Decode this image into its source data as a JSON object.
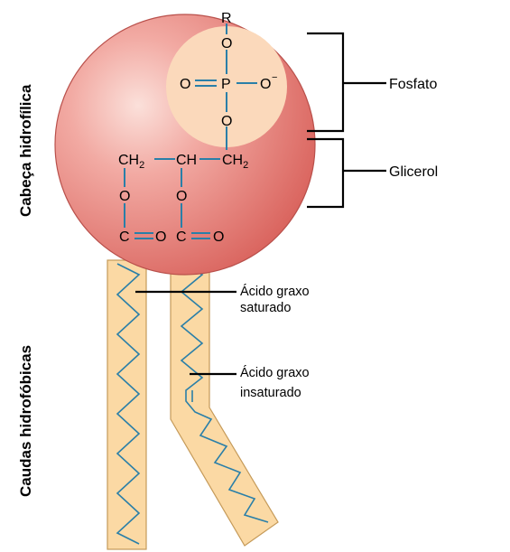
{
  "labels": {
    "head": "Cabeça hidrofílica",
    "tails": "Caudas hidrofóbicas",
    "phosphate": "Fosfato",
    "glycerol": "Glicerol",
    "saturated_line1": "Ácido graxo",
    "saturated_line2": "saturado",
    "unsaturated_line1": "Ácido graxo",
    "unsaturated_line2": "insaturado"
  },
  "chem": {
    "r": "R",
    "o": "O",
    "p": "P",
    "o_minus": "O",
    "minus": "−",
    "ch2_left": "CH",
    "ch": "CH",
    "ch2_right": "CH",
    "sub2": "2",
    "c": "C"
  },
  "colors": {
    "head": "#e07b74",
    "phosphate_disc": "#fbd9bb",
    "tail_fill": "#fbd9a4",
    "bond": "#2a7fa8"
  }
}
